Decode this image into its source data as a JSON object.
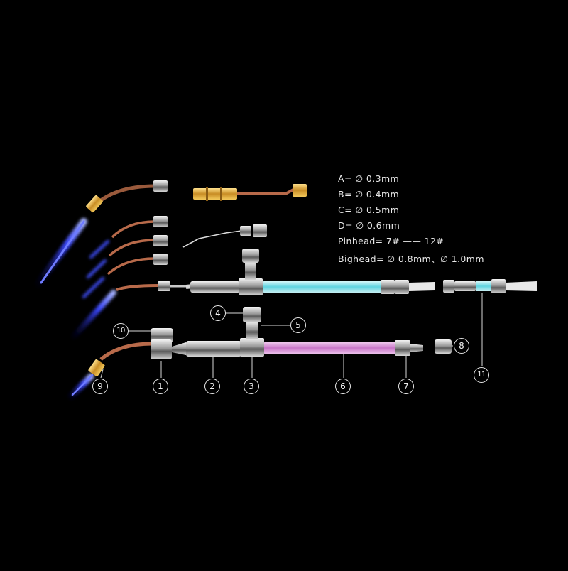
{
  "specs": [
    "A= ∅ 0.3mm",
    "B= ∅ 0.4mm",
    "C= ∅ 0.5mm",
    "D= ∅ 0.6mm",
    "Pinhead= 7# —— 12#",
    "Bighead= ∅ 0.8mm、∅ 1.0mm"
  ],
  "callouts": [
    "1",
    "2",
    "3",
    "4",
    "5",
    "6",
    "7",
    "8",
    "9",
    "10",
    "11"
  ],
  "colors": {
    "background": "#000000",
    "flame": "#3a46ff",
    "brass": "#d4a23a",
    "copper": "#b86a4a",
    "chrome": "#c8c8c8",
    "tube_blue": "#6fe3e8",
    "tube_pink": "#d98ad8"
  }
}
